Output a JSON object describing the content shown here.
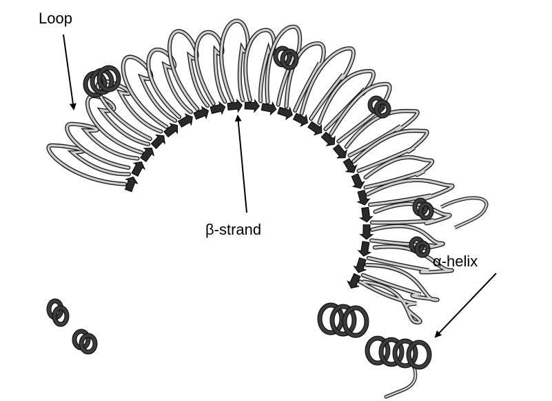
{
  "figure": {
    "labels": {
      "loop": "Loop",
      "beta_strand": "β-strand",
      "alpha_helix": "α-helix"
    },
    "colors": {
      "ribbon_fill": "#cfcfcf",
      "ribbon_stroke": "#1e1e1e",
      "helix_fill": "#3c3c3c",
      "strand_fill": "#2a2a2a",
      "arrow": "#000000"
    }
  }
}
